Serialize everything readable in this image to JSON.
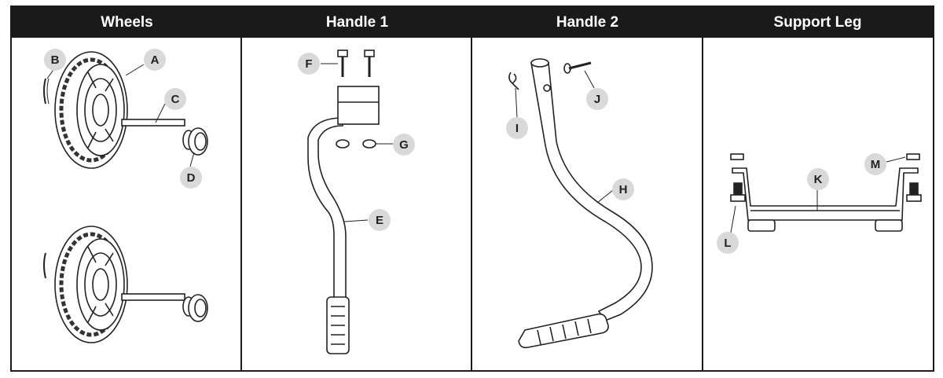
{
  "panels": [
    {
      "title": "Wheels"
    },
    {
      "title": "Handle 1"
    },
    {
      "title": "Handle 2"
    },
    {
      "title": "Support Leg"
    }
  ],
  "callouts": {
    "a": "A",
    "b": "B",
    "c": "C",
    "d": "D",
    "e": "E",
    "f": "F",
    "g": "G",
    "h": "H",
    "i": "I",
    "j": "J",
    "k": "K",
    "l": "L",
    "m": "M"
  },
  "colors": {
    "header_bg": "#1a1a1a",
    "callout_fill": "#d9d9d9",
    "line": "#222222"
  }
}
